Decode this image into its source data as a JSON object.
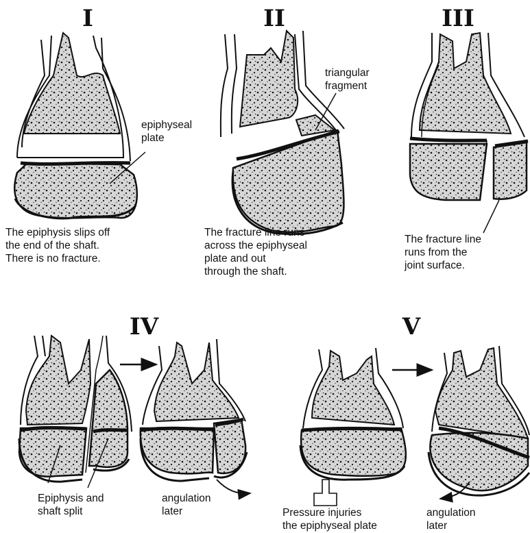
{
  "types": {
    "I": {
      "numeral": "I",
      "label": [
        "epiphyseal",
        "plate"
      ],
      "caption": [
        "The epiphysis slips off",
        "the end of the shaft.",
        "There is no fracture."
      ]
    },
    "II": {
      "numeral": "II",
      "label": [
        "triangular",
        "fragment"
      ],
      "caption": [
        "The fracture line runs",
        "across the epiphyseal",
        "plate and out",
        "through the shaft."
      ]
    },
    "III": {
      "numeral": "III",
      "caption": [
        "The fracture line",
        "runs from the",
        "joint surface."
      ]
    },
    "IV": {
      "numeral": "IV",
      "caption_left": [
        "Epiphysis and",
        "shaft split"
      ],
      "caption_right": [
        "angulation",
        "later"
      ]
    },
    "V": {
      "numeral": "V",
      "caption_left": [
        "Pressure injuries",
        "the epiphyseal plate"
      ],
      "caption_right": [
        "angulation",
        "later"
      ]
    }
  },
  "colors": {
    "ink": "#111111",
    "bone_fill": "#d6d6d6",
    "paper": "#ffffff"
  }
}
